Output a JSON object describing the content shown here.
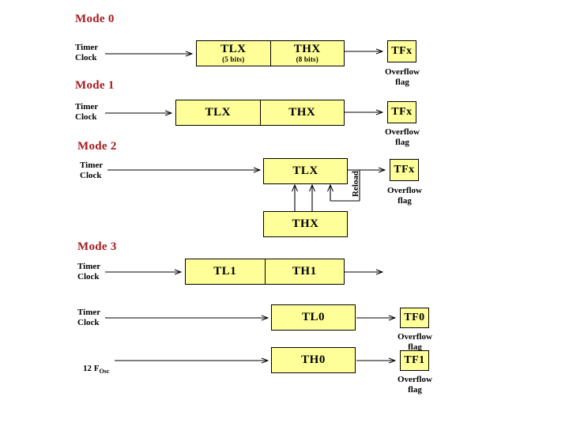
{
  "diagram": {
    "title_color": "#A61B20",
    "box_fill": "#FFFF99",
    "box_stroke": "#000000"
  },
  "modes": [
    {
      "heading": "Mode 0",
      "clock_label": "Timer\nClock",
      "registers": [
        {
          "name": "TLX",
          "bits": "(5 bits)"
        },
        {
          "name": "THX",
          "bits": "(8 bits)"
        }
      ],
      "flag": {
        "name": "TFx",
        "caption": "Overflow\nflag"
      }
    },
    {
      "heading": "Mode 1",
      "clock_label": "Timer\nClock",
      "registers": [
        {
          "name": "TLX",
          "bits": ""
        },
        {
          "name": "THX",
          "bits": ""
        }
      ],
      "flag": {
        "name": "TFx",
        "caption": "Overflow\nflag"
      }
    },
    {
      "heading": "Mode 2",
      "clock_label": "Timer\nClock",
      "registers": [
        {
          "name": "TLX",
          "bits": ""
        },
        {
          "name": "THX",
          "bits": ""
        }
      ],
      "reload_label": "Reload",
      "flag": {
        "name": "TFx",
        "caption": "Overflow\nflag"
      }
    },
    {
      "heading": "Mode 3",
      "rows": [
        {
          "clock_label": "Timer\nClock",
          "registers": [
            {
              "name": "TL1"
            },
            {
              "name": "TH1"
            }
          ],
          "flag": null
        },
        {
          "clock_label": "Timer\nClock",
          "registers": [
            {
              "name": "TL0"
            }
          ],
          "flag": {
            "name": "TF0",
            "caption": "Overflow\nflag"
          }
        },
        {
          "clock_label": "12 F",
          "clock_sub": "Osc",
          "registers": [
            {
              "name": "TH0"
            }
          ],
          "flag": {
            "name": "TF1",
            "caption": "Overflow\nflag"
          }
        }
      ]
    }
  ]
}
